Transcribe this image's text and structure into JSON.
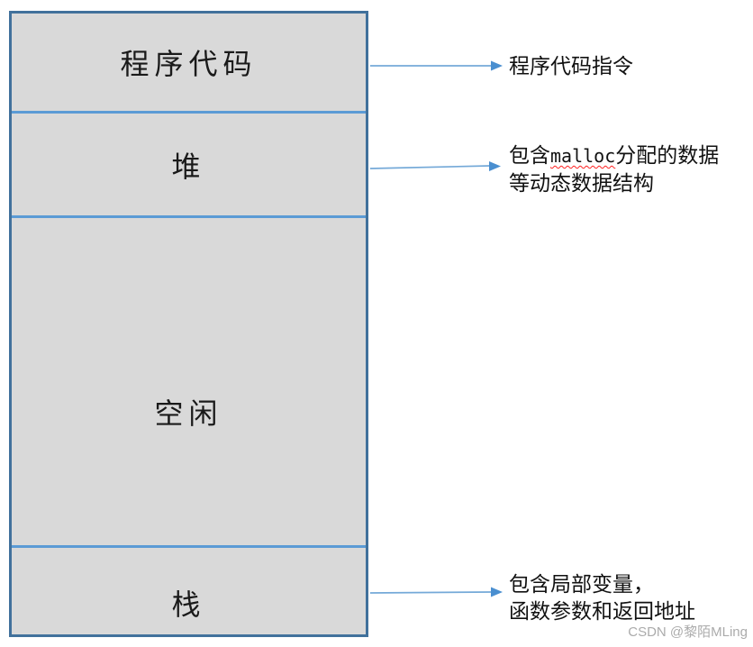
{
  "diagram": {
    "box": {
      "sections": [
        {
          "id": "code",
          "label": "程序代码"
        },
        {
          "id": "heap",
          "label": "堆"
        },
        {
          "id": "free",
          "label": "空闲"
        },
        {
          "id": "stack",
          "label": "栈"
        }
      ]
    },
    "annotations": {
      "code": {
        "line1": "程序代码指令"
      },
      "heap": {
        "line1_prefix": "包含",
        "line1_code": "malloc",
        "line1_suffix": "分配的数据",
        "line2": "等动态数据结构"
      },
      "stack": {
        "line1": "包含局部变量，",
        "line2": "函数参数和返回地址"
      }
    },
    "colors": {
      "box_border": "#41719C",
      "divider": "#5B9BD5",
      "section_fill": "#D9D9D9",
      "arrow_line": "#74A9D8",
      "arrow_head": "#4A8FD0",
      "text": "#1A1A1A",
      "spellcheck_underline": "#FF2020",
      "watermark": "#ABABAB"
    }
  },
  "watermark": {
    "text": "CSDN @黎陌MLing"
  }
}
